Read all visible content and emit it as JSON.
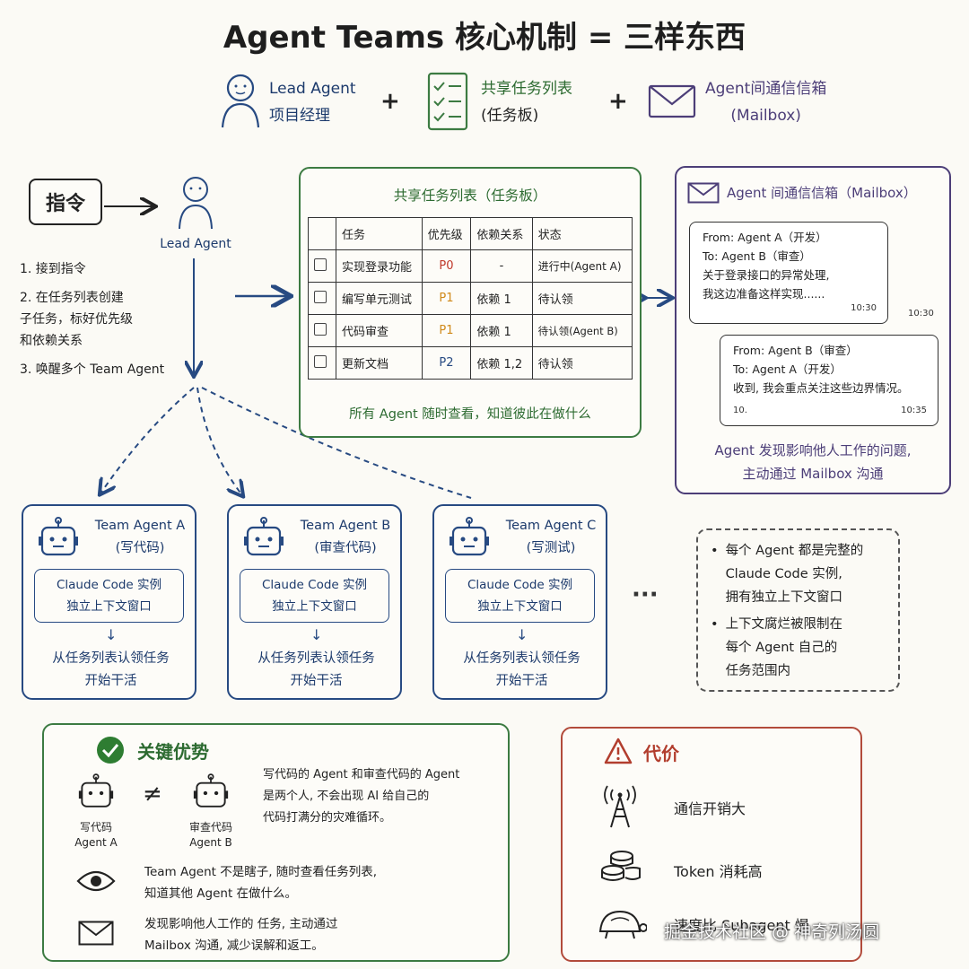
{
  "title": "Agent Teams 核心机制 = 三样东西",
  "legend": {
    "lead": {
      "line1": "Lead Agent",
      "line2": "项目经理",
      "icon": "person-icon"
    },
    "plus1": "+",
    "board": {
      "line1": "共享任务列表",
      "line2": "(任务板)",
      "icon": "checklist-icon"
    },
    "plus2": "+",
    "mail": {
      "line1": "Agent间通信信箱",
      "line2": "(Mailbox)",
      "icon": "envelope-icon"
    }
  },
  "lead_flow": {
    "command": "指令",
    "lead_label": "Lead Agent",
    "steps": [
      "1. 接到指令",
      "2. 在任务列表创建\n    子任务，标好优先级\n    和依赖关系",
      "3. 唤醒多个 Team Agent"
    ]
  },
  "task_board": {
    "title": "共享任务列表（任务板）",
    "headers": [
      "",
      "任务",
      "优先级",
      "依赖关系",
      "状态"
    ],
    "rows": [
      {
        "task": "实现登录功能",
        "priority": "P0",
        "dep": "-",
        "status": "进行中(Agent A)"
      },
      {
        "task": "编写单元测试",
        "priority": "P1",
        "dep": "依赖 1",
        "status": "待认领"
      },
      {
        "task": "代码审查",
        "priority": "P1",
        "dep": "依赖 1",
        "status": "待认领(Agent B)"
      },
      {
        "task": "更新文档",
        "priority": "P2",
        "dep": "依赖 1,2",
        "status": "待认领"
      }
    ],
    "footer": "所有 Agent 随时查看，知道彼此在做什么",
    "colors": {
      "P0": "#c0392b",
      "P1": "#d08a1a",
      "P2": "#274a82"
    }
  },
  "mailbox": {
    "title": "Agent 间通信信箱（Mailbox）",
    "msg1": {
      "from": "From: Agent A（开发）",
      "to": "To: Agent B（审查）",
      "body1": "关于登录接口的异常处理,",
      "body2": "我这边准备这样实现......",
      "time_in": "10:30",
      "time_out": "10:30"
    },
    "msg2": {
      "from": "From: Agent B（审查）",
      "to": "To: Agent A（开发）",
      "body1": "收到, 我会重点关注这些边界情况。",
      "time_left": "10.",
      "time_right": "10:35"
    },
    "footer1": "Agent 发现影响他人工作的问题,",
    "footer2": "主动通过 Mailbox 沟通"
  },
  "agents": [
    {
      "name": "Team Agent A",
      "role": "(写代码)",
      "inner1": "Claude Code 实例",
      "inner2": "独立上下文窗口",
      "claim1": "从任务列表认领任务",
      "claim2": "开始干活"
    },
    {
      "name": "Team Agent B",
      "role": "(审查代码)",
      "inner1": "Claude Code 实例",
      "inner2": "独立上下文窗口",
      "claim1": "从任务列表认领任务",
      "claim2": "开始干活"
    },
    {
      "name": "Team Agent C",
      "role": "(写测试)",
      "inner1": "Claude Code 实例",
      "inner2": "独立上下文窗口",
      "claim1": "从任务列表认领任务",
      "claim2": "开始干活"
    }
  ],
  "ellipsis": "···",
  "notes": [
    "每个 Agent 都是完整的\nClaude Code 实例,\n拥有独立上下文窗口",
    "上下文腐烂被限制在\n每个 Agent 自己的\n任务范围内"
  ],
  "advantages": {
    "title": "关键优势",
    "robot1": {
      "line1": "写代码",
      "line2": "Agent A"
    },
    "neq": "≠",
    "robot2": {
      "line1": "审查代码",
      "line2": "Agent B"
    },
    "text1": [
      "写代码的 Agent 和审查代码的 Agent",
      "是两个人, 不会出现 AI 给自己的",
      "代码打满分的灾难循环。"
    ],
    "text2": [
      "Team Agent 不是瞎子, 随时查看任务列表,",
      "知道其他 Agent 在做什么。"
    ],
    "text3": [
      "发现影响他人工作的 任务, 主动通过",
      "Mailbox 沟通, 减少误解和返工。"
    ]
  },
  "costs": {
    "title": "代价",
    "items": [
      "通信开销大",
      "Token 消耗高",
      "速度比 Subagent 慢"
    ]
  },
  "watermark": "掘金技术社区 @ 神奇列汤圆"
}
